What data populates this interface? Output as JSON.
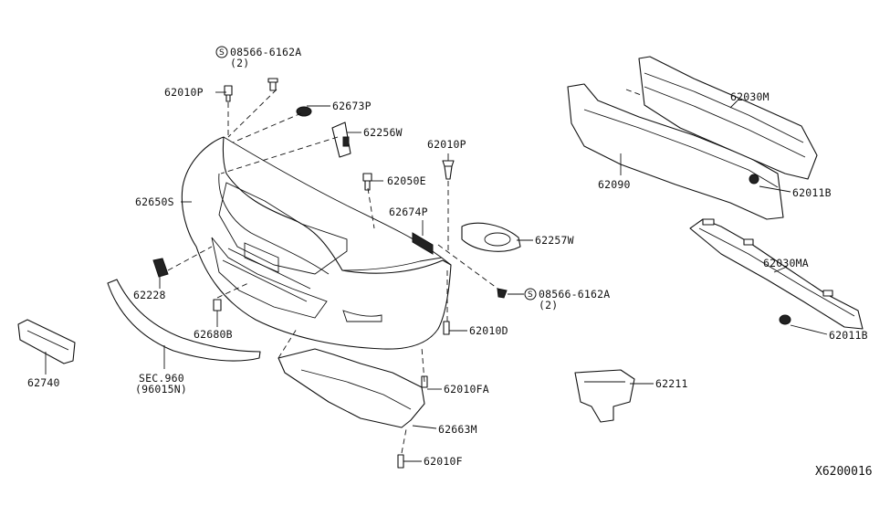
{
  "diagram": {
    "code": "X6200016",
    "parts": {
      "screw_top": {
        "symbol": "S",
        "number": "08566-6162A",
        "qty": "(2)"
      },
      "clip_top_left": "62010P",
      "grommet_top": "62673P",
      "bracket_left_upper": "62256W",
      "clip_center": "62010P",
      "fascia": "62650S",
      "clip_fascia": "62050E",
      "grille_insert": "62674P",
      "fog_cover": "62257W",
      "fog_cover_left": "62228",
      "screw_lower": {
        "symbol": "S",
        "number": "08566-6162A",
        "qty": "(2)"
      },
      "plate_bracket": "62680B",
      "clip_lower": "62010D",
      "license_bracket": "62740",
      "lower_spoiler": {
        "line1": "SEC.960",
        "line2": "(96015N)"
      },
      "undercover_clip": "62010FA",
      "undercover": "62663M",
      "undercover_clip_bottom": "62010F",
      "reinforcement": "62030M",
      "absorber": "62090",
      "nut_upper": "62011B",
      "reinforcement_lower": "62030MA",
      "nut_lower": "62011B",
      "bracket_side": "62211"
    }
  }
}
